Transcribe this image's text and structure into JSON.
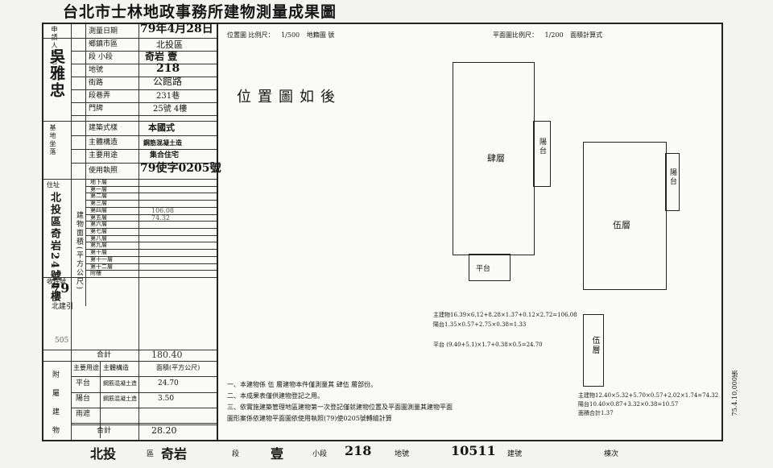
{
  "title": "台北市士林地政事務所建物測量成果圖",
  "left_form": {
    "applicant_label": "申請人姓名",
    "applicant_name": "吳雅忠",
    "date_label": "測量日期",
    "date_value": "79年4月28日",
    "district_label": "鄉鎮市區",
    "district_value": "北投區",
    "section_label": "段 小段",
    "section_value": "奇岩 壹",
    "lot_label": "地號",
    "lot_value": "218",
    "street_label": "街路",
    "street_value": "公館路",
    "lane_label": "段巷弄",
    "lane_value": "231巷",
    "door_label": "門牌",
    "door_value": "25號 4樓",
    "build_label": "基地坐落",
    "style_label": "建築式樣",
    "style_value": "本國式",
    "structure_label": "主體構造",
    "structure_value": "鋼筋混凝土造",
    "use_label": "主要用途",
    "use_value": "集合住宅",
    "license_label": "使用執照",
    "license_value": "79使字0205號",
    "address_label": "住址",
    "address_value": "北投區奇岩24號4樓",
    "floor_area_label": "建物面積(平方公尺)",
    "floor_rows": [
      {
        "label": "地下層",
        "value": ""
      },
      {
        "label": "第一層",
        "value": ""
      },
      {
        "label": "第二層",
        "value": ""
      },
      {
        "label": "第三層",
        "value": ""
      },
      {
        "label": "第四層",
        "value": "106.08"
      },
      {
        "label": "第五層",
        "value": "74.32"
      },
      {
        "label": "第六層",
        "value": ""
      },
      {
        "label": "第七層",
        "value": ""
      },
      {
        "label": "第八層",
        "value": ""
      },
      {
        "label": "第九層",
        "value": ""
      },
      {
        "label": "第十層",
        "value": ""
      },
      {
        "label": "第十一層",
        "value": ""
      },
      {
        "label": "第十二層",
        "value": ""
      },
      {
        "label": "附樓",
        "value": ""
      }
    ],
    "receipt_label": "收件號",
    "receipt_year": "79",
    "receipt_office": "北建引",
    "receipt_no": "505",
    "total_label": "合計",
    "total_value": "180.40",
    "annex_label": "附屬建物",
    "annex_header_use": "主要用途",
    "annex_header_struct": "主體構造",
    "annex_header_area": "面積(平方公尺)",
    "annex_rows": [
      {
        "use": "平台",
        "struct": "鋼筋混凝土造",
        "area": "24.70"
      },
      {
        "use": "陽台",
        "struct": "鋼筋混凝土造",
        "area": "3.50"
      },
      {
        "use": "雨遮",
        "struct": "",
        "area": ""
      }
    ],
    "annex_total_label": "合計",
    "annex_total_value": "28.20"
  },
  "drawing": {
    "scale_label_left": "位置圖 比例尺：",
    "scale_left": "1/500",
    "scale_left_suffix": "地籍圖 號",
    "scale_label_right": "平面圖比例尺：",
    "scale_right": "1/200",
    "scale_right_suffix": "面積計算式",
    "position_note": "位置圖如後",
    "plan_a_main": "肆層",
    "plan_a_balcony": "陽台",
    "plan_a_platform": "平台",
    "plan_a_formula1": "主建物16.39×6.12+8.28×1.37+0.12×2.72=106.08",
    "plan_a_formula2": "陽台1.35×0.57+2.75×0.38=1.33",
    "plan_a_formula3": "平台 (9.40+5.1)×1.7+0.38×0.5=24.70",
    "plan_b_main": "伍層",
    "plan_b_balcony": "陽台",
    "plan_b_platform": "伍層",
    "plan_b_formula1": "主建物12.40×5.32+5.70×0.57+2.02×1.74=74.32",
    "plan_b_formula2": "陽台10.40×0.87+3.32×0.38=10.57",
    "plan_b_formula3": "面積合計1.37"
  },
  "notes": [
    "一、本建物係 伍 層建物本件僅測量其 肆伍 層部份。",
    "二、本成果表僅供建物登記之用。",
    "三、依實施建築管理地區建物第一次登記僅就建物位置及平面圖測量其建物平面",
    "  圖形案係依建物平面圖依使用執照(79)使0205號轉繪計算"
  ],
  "bottom_bar": {
    "district": "北投",
    "section_label": "區",
    "section": "奇岩",
    "duan_label": "段",
    "subsection": "壹",
    "subsection_label": "小段",
    "lot": "218",
    "lot_label": "地號",
    "building_no": "10511",
    "building_label": "建號",
    "category": "棟次"
  },
  "side_stamp": "75.4.10,000張"
}
